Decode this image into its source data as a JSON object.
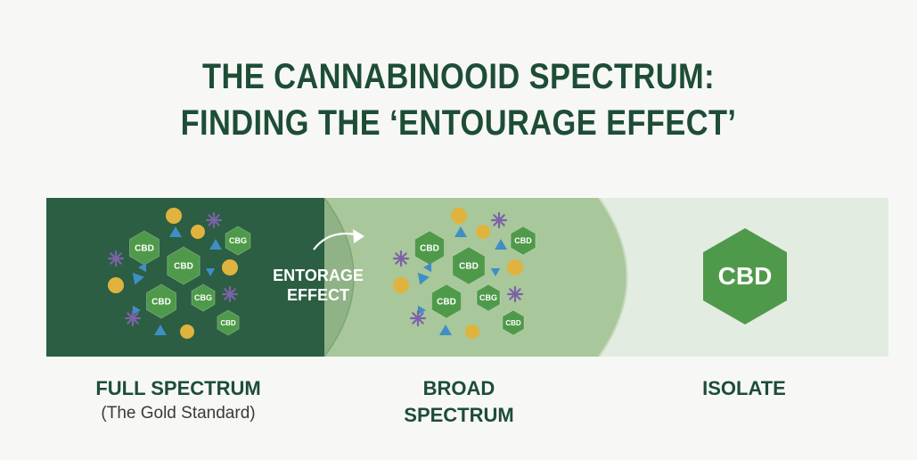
{
  "title": {
    "line1": "THE CANNABINOOID SPECTRUM:",
    "line2": "FINDING THE ‘ENTOURAGE EFFECT’"
  },
  "panels": {
    "full": {
      "label": "FULL SPECTRUM",
      "sublabel": "(The Gold Standard)",
      "hex_labels": [
        "CBD",
        "CBD",
        "CBG",
        "CBD",
        "CBG",
        "CBD"
      ]
    },
    "entourage": {
      "line1": "ENTORAGE",
      "line2": "EFFECT"
    },
    "broad": {
      "label_line1": "BROAD",
      "label_line2": "SPECTRUM",
      "hex_labels": [
        "CBD",
        "CBD",
        "CBD",
        "CBD",
        "CBG",
        "CBD"
      ]
    },
    "isolate": {
      "label": "ISOLATE",
      "hex_label": "CBD"
    }
  },
  "colors": {
    "full_bg": "#2b5e42",
    "broad_bg": "#a8c79a",
    "isolate_bg": "#e3ece0",
    "hex": "#4f9a4a",
    "gold": "#e0b33f",
    "blue": "#3f8ec5",
    "purple": "#7d62a8"
  }
}
